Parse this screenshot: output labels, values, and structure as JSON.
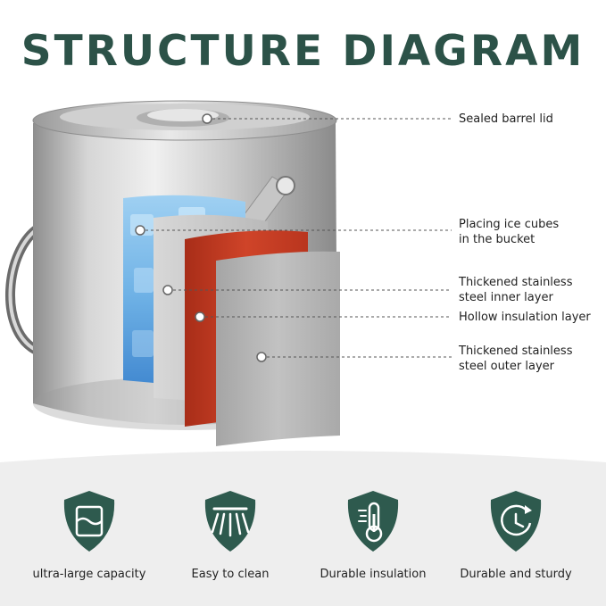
{
  "title": "STRUCTURE DIAGRAM",
  "colors": {
    "title": "#2c5248",
    "icon_badge": "#2e5a4e",
    "inner_layer_red": "#c43b22",
    "steel": "#b4b4b4",
    "band": "#eeeeee"
  },
  "callouts": [
    {
      "label": "Sealed barrel lid"
    },
    {
      "label": "Placing ice cubes\nin the bucket"
    },
    {
      "label": "Thickened stainless\nsteel inner layer"
    },
    {
      "label": "Hollow insulation layer"
    },
    {
      "label": "Thickened stainless\nsteel outer layer"
    }
  ],
  "features": [
    {
      "icon": "capacity-icon",
      "label": "ultra-large capacity"
    },
    {
      "icon": "shower-clean-icon",
      "label": "Easy to clean"
    },
    {
      "icon": "thermometer-icon",
      "label": "Durable insulation"
    },
    {
      "icon": "clock-icon",
      "label": "Durable and sturdy"
    }
  ]
}
